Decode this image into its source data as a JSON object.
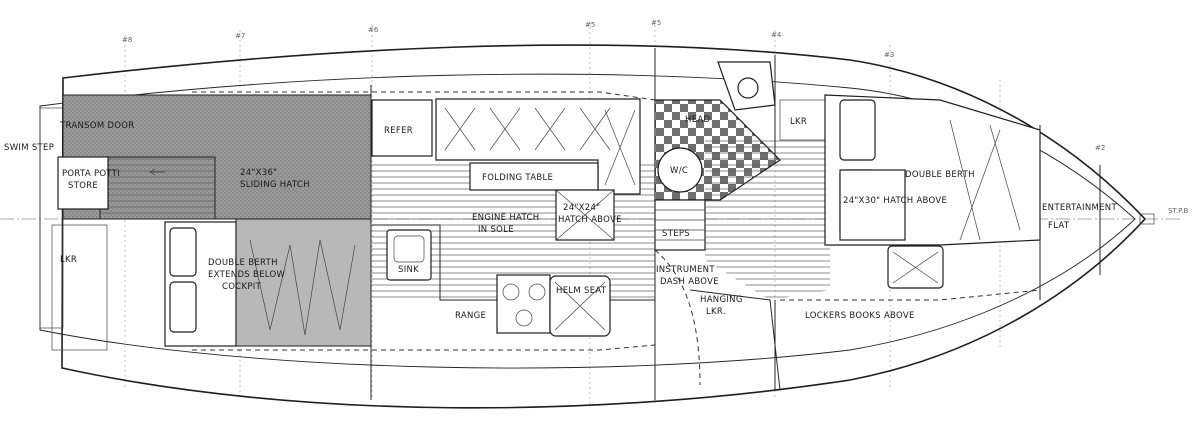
{
  "labels": {
    "swim_step": "SWIM STEP",
    "transom_door": "TRANSOM DOOR",
    "porta_potti_1": "PORTA POTTI",
    "porta_potti_2": "STORE",
    "lkr_aft": "LKR",
    "sliding_hatch_1": "24\"X36\"",
    "sliding_hatch_2": "SLIDING HATCH",
    "double_berth_aft_1": "DOUBLE BERTH",
    "double_berth_aft_2": "EXTENDS BELOW",
    "double_berth_aft_3": "COCKPIT",
    "refer": "REFER",
    "folding_table": "FOLDING TABLE",
    "engine_hatch_1": "ENGINE HATCH",
    "engine_hatch_2": "IN SOLE",
    "hatch_above_mid_1": "24\"X24\"",
    "hatch_above_mid_2": "HATCH ABOVE",
    "sink": "SINK",
    "range": "RANGE",
    "helm_seat": "HELM SEAT",
    "head": "HEAD",
    "wc": "W/C",
    "steps": "STEPS",
    "instrument_1": "INSTRUMENT",
    "instrument_2": "DASH ABOVE",
    "hanging_1": "HANGING",
    "hanging_2": "LKR.",
    "lkr_fwd": "LKR",
    "double_berth_fwd": "DOUBLE BERTH",
    "hatch_above_fwd": "24\"X30\" HATCH ABOVE",
    "lockers": "LOCKERS  BOOKS ABOVE",
    "entertainment_1": "ENTERTAINMENT",
    "entertainment_2": "FLAT",
    "stem_note": "ST.P.B"
  },
  "stations": [
    "#8",
    "#7",
    "#6",
    "#5",
    "#5",
    "#4",
    "#3",
    "#2"
  ],
  "colors": {
    "ink": "#1f1f1f",
    "cockpit_fill": "#8c8c8c",
    "berth_fill": "#b4b4b4",
    "sole_lines": "#555555",
    "paper": "#ffffff"
  }
}
